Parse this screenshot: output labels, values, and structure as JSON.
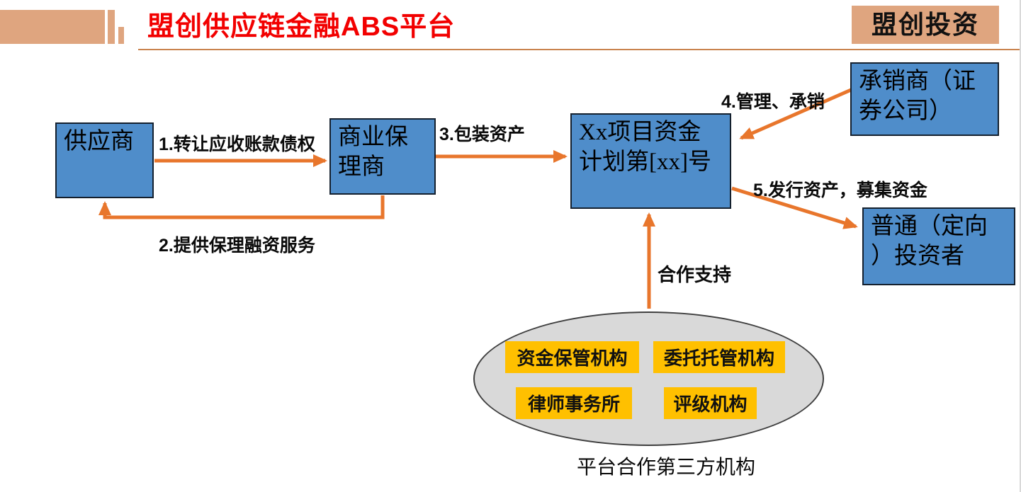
{
  "header": {
    "title": "盟创供应链金融ABS平台",
    "brand": "盟创投资"
  },
  "palette": {
    "accent_tan": "#DFA57F",
    "title_red": "#F20000",
    "header_line": "#C9834E",
    "node_blue": "#4F8DCA",
    "arrow_orange": "#E8762C",
    "service_yellow": "#FFC000",
    "ellipse_gray": "#D9D9D9"
  },
  "nodes": {
    "supplier": {
      "label": "供应商"
    },
    "factor": {
      "label": "商业保\n理商"
    },
    "plan": {
      "label": "Xx项目资金\n计划第[xx]号"
    },
    "underwriter": {
      "label": "承销商（证\n券公司）"
    },
    "investor": {
      "label": "普通（定向\n）投资者"
    }
  },
  "flows": {
    "f1": {
      "label": "1.转让应收账款债权"
    },
    "f2": {
      "label": "2.提供保理融资服务"
    },
    "f3": {
      "label": "3.包装资产"
    },
    "f4": {
      "label": "4.管理、承销"
    },
    "f5": {
      "label": "5.发行资产，募集资金"
    },
    "support": {
      "label": "合作支持"
    }
  },
  "third_parties": {
    "caption": "平台合作第三方机构",
    "items": [
      "资金保管机构",
      "委托托管机构",
      "律师事务所",
      "评级机构"
    ]
  }
}
